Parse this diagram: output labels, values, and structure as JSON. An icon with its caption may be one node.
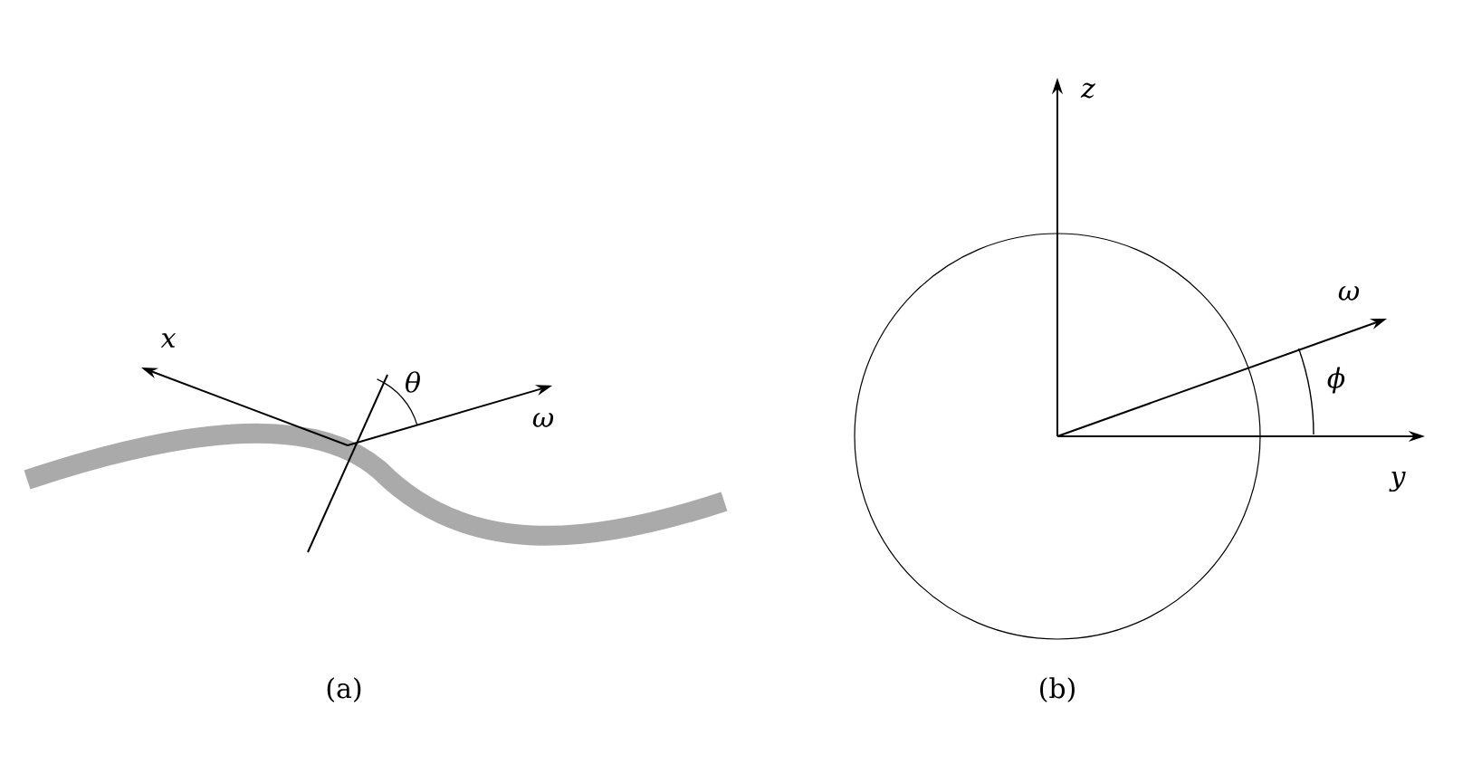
{
  "diagram": {
    "labels": [
      "x",
      "θ",
      "ω",
      "(a)",
      "z",
      "ω",
      "ϕ",
      "y",
      "(b)"
    ]
  }
}
